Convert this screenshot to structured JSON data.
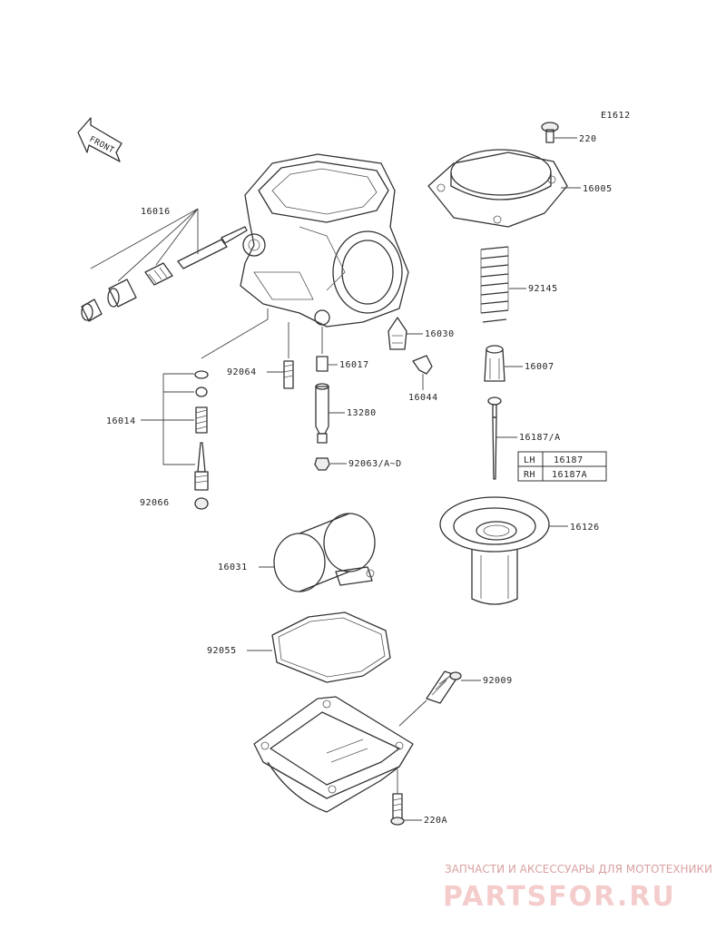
{
  "diagram_code": "E1612",
  "front_label": "FRONT",
  "part_labels": {
    "p220": "220",
    "p16005": "16005",
    "p16016": "16016",
    "p92145": "92145",
    "p16030": "16030",
    "p16017": "16017",
    "p16007": "16007",
    "p92064": "92064",
    "p16044": "16044",
    "p16014": "16014",
    "p13280": "13280",
    "p16187": "16187/A",
    "p92063": "92063/A~D",
    "p92066": "92066",
    "p16126": "16126",
    "p16031": "16031",
    "p92055": "92055",
    "p92009": "92009",
    "p220A": "220A"
  },
  "variant_table": [
    {
      "side": "LH",
      "part": "16187"
    },
    {
      "side": "RH",
      "part": "16187A"
    }
  ],
  "watermark": {
    "caption": "ЗАПЧАСТИ И АКСЕССУАРЫ ДЛЯ МОТОТЕХНИКИ",
    "brand": "PARTSFOR.RU"
  }
}
